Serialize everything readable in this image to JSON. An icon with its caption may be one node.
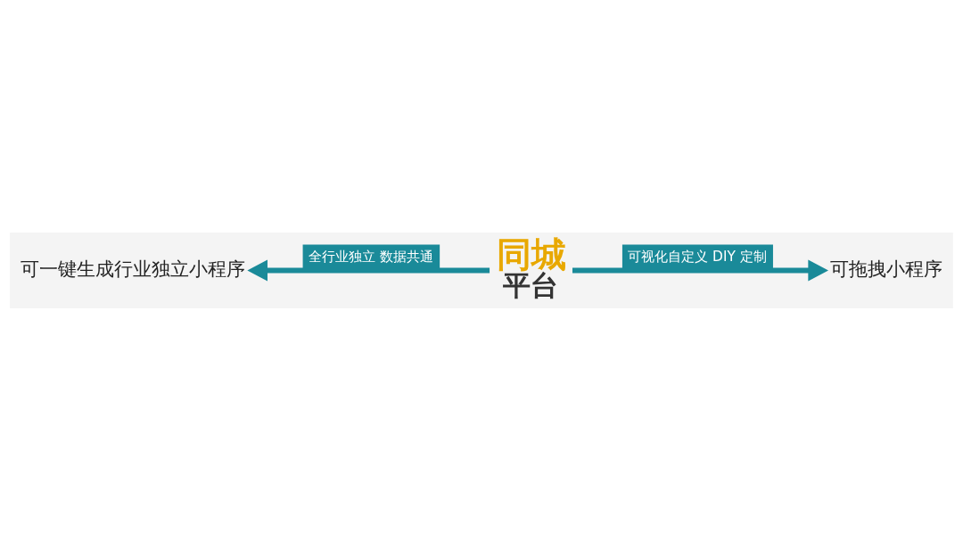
{
  "diagram": {
    "nodes": [
      {
        "text": [
          "可一键生成行业独立小程序"
        ]
      },
      {
        "text": [
          "同城",
          "平台"
        ]
      },
      {
        "text": [
          "可拖拽小程序"
        ]
      }
    ],
    "edges": [
      {
        "from": 1,
        "to": 2,
        "arrow": "to",
        "label": "可视化自定义 DIY 定制"
      },
      {
        "from": 1,
        "to": 0,
        "arrow": "to",
        "label": "全行业独立 数据共通"
      }
    ]
  }
}
